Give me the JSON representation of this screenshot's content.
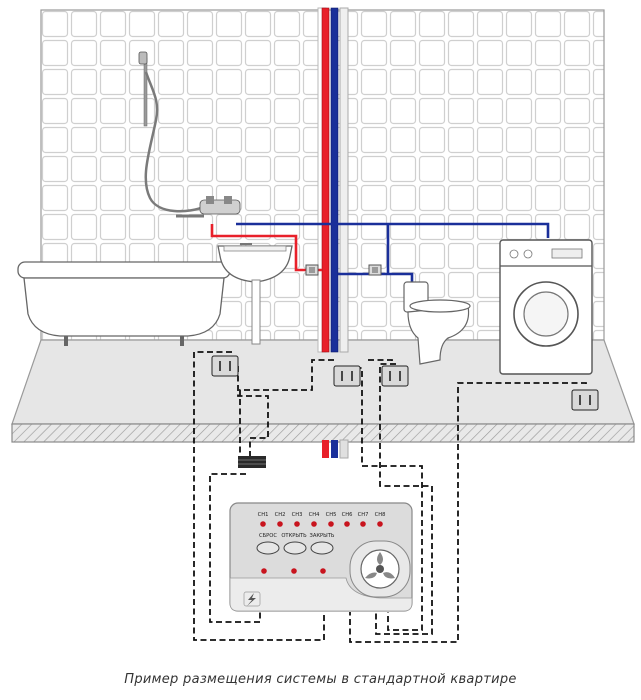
{
  "caption": "Пример размещения системы в стандартной квартире",
  "controller": {
    "channels": [
      "СН1",
      "СН2",
      "СН3",
      "СН4",
      "СН5",
      "СН6",
      "СН7",
      "СН8"
    ],
    "buttons": {
      "reset": "СБРОС",
      "open": "ОТКРЫТЬ",
      "close": "ЗАКРЫТЬ"
    }
  },
  "colors": {
    "hot_pipe": "#e8202a",
    "cold_pipe": "#1a2f9a",
    "indicator_led": "#c8141e",
    "tile_grout": "#cfcfcf"
  },
  "icons": [
    "shower-head-icon",
    "bathtub-icon",
    "sink-icon",
    "toilet-icon",
    "washing-machine-icon",
    "leak-sensor-icon",
    "valve-actuator-icon",
    "lightning-icon"
  ]
}
